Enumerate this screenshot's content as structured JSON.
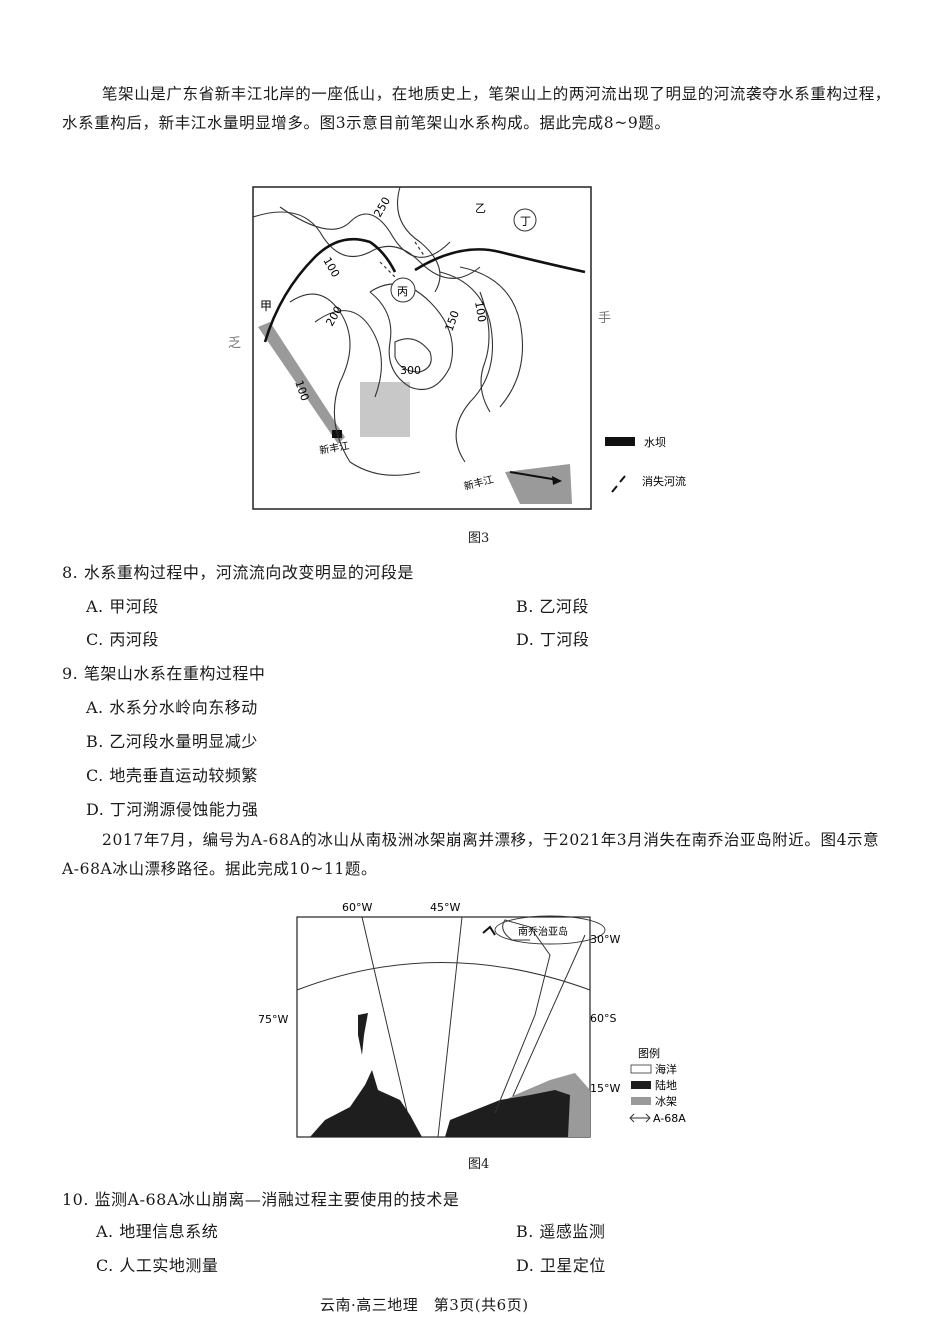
{
  "intro1": "笔架山是广东省新丰江北岸的一座低山，在地质史上，笔架山上的两河流出现了明显的河流袭夺水系重构过程，水系重构后，新丰江水量明显增多。图3示意目前笔架山水系构成。据此完成8~9题。",
  "figure3": {
    "caption": "图3",
    "contours": [
      "250",
      "100",
      "200",
      "150",
      "100",
      "300",
      "100"
    ],
    "segments": [
      "甲",
      "乙",
      "丙",
      "丁"
    ],
    "river_labels": [
      "新丰江",
      "新丰江"
    ],
    "side_marks": [
      "乏",
      "手"
    ],
    "legend": [
      {
        "label": "水坝"
      },
      {
        "label": "消失河流"
      }
    ]
  },
  "q8": {
    "stem": "8. 水系重构过程中，河流流向改变明显的河段是",
    "options": [
      "A. 甲河段",
      "B. 乙河段",
      "C. 丙河段",
      "D. 丁河段"
    ]
  },
  "q9": {
    "stem": "9. 笔架山水系在重构过程中",
    "options": [
      "A. 水系分水岭向东移动",
      "B. 乙河段水量明显减少",
      "C. 地壳垂直运动较频繁",
      "D. 丁河溯源侵蚀能力强"
    ]
  },
  "intro2": "2017年7月，编号为A-68A的冰山从南极洲冰架崩离并漂移，于2021年3月消失在南乔治亚岛附近。图4示意A-68A冰山漂移路径。据此完成10~11题。",
  "figure4": {
    "caption": "图4",
    "lon_labels": [
      "60°W",
      "45°W",
      "30°W",
      "75°W",
      "15°W"
    ],
    "lat_label": "60°S",
    "island_label": "南乔治亚岛",
    "legend_title": "图例",
    "legend": [
      {
        "label": "海洋"
      },
      {
        "label": "陆地"
      },
      {
        "label": "冰架"
      },
      {
        "label": "A-68A"
      }
    ]
  },
  "q10": {
    "stem": "10. 监测A-68A冰山崩离—消融过程主要使用的技术是",
    "options": [
      "A. 地理信息系统",
      "B. 遥感监测",
      "C. 人工实地测量",
      "D. 卫星定位"
    ]
  },
  "footer": "云南·高三地理　第3页(共6页)",
  "colors": {
    "ink": "#1a1a1a",
    "shelf": "#9a9a9a",
    "land": "#1e1e1e"
  }
}
